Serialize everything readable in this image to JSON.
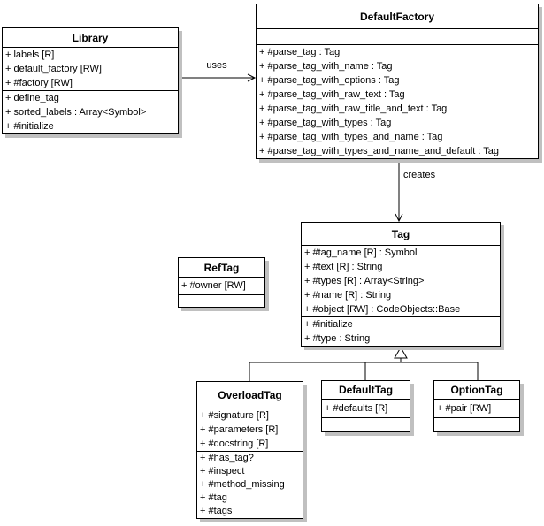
{
  "diagram": {
    "classes": [
      {
        "name": "Library",
        "attributes": [
          "+ labels [R]",
          "+ default_factory [RW]",
          "+ #factory [RW]"
        ],
        "methods": [
          "+ define_tag",
          "+ sorted_labels : Array<Symbol>",
          "+ #initialize"
        ]
      },
      {
        "name": "DefaultFactory",
        "attributes": [],
        "methods": [
          "+ #parse_tag : Tag",
          "+ #parse_tag_with_name : Tag",
          "+ #parse_tag_with_options : Tag",
          "+ #parse_tag_with_raw_text : Tag",
          "+ #parse_tag_with_raw_title_and_text : Tag",
          "+ #parse_tag_with_types : Tag",
          "+ #parse_tag_with_types_and_name : Tag",
          "+ #parse_tag_with_types_and_name_and_default : Tag"
        ]
      },
      {
        "name": "Tag",
        "attributes": [
          "+ #tag_name [R] : Symbol",
          "+ #text [R] : String",
          "+ #types [R] : Array<String>",
          "+ #name [R] : String",
          "+ #object [RW] : CodeObjects::Base"
        ],
        "methods": [
          "+ #initialize",
          "+ #type : String"
        ]
      },
      {
        "name": "RefTag",
        "attributes": [
          "+ #owner [RW]"
        ],
        "methods": []
      },
      {
        "name": "OverloadTag",
        "attributes": [
          "+ #signature [R]",
          "+ #parameters [R]",
          "+ #docstring [R]"
        ],
        "methods": [
          "+ #has_tag?",
          "+ #inspect",
          "+ #method_missing",
          "+ #tag",
          "+ #tags"
        ]
      },
      {
        "name": "DefaultTag",
        "attributes": [
          "+ #defaults [R]"
        ],
        "methods": []
      },
      {
        "name": "OptionTag",
        "attributes": [
          "+ #pair [RW]"
        ],
        "methods": []
      }
    ],
    "relationships": [
      {
        "from": "Library",
        "to": "DefaultFactory",
        "type": "dependency",
        "label": "uses"
      },
      {
        "from": "DefaultFactory",
        "to": "Tag",
        "type": "dependency",
        "label": "creates"
      },
      {
        "from": "OverloadTag",
        "to": "Tag",
        "type": "generalization",
        "label": ""
      },
      {
        "from": "DefaultTag",
        "to": "Tag",
        "type": "generalization",
        "label": ""
      },
      {
        "from": "OptionTag",
        "to": "Tag",
        "type": "generalization",
        "label": ""
      }
    ],
    "colors": {
      "box_fill": "#ffffff",
      "border": "#000000",
      "shadow": "#c0c0c0",
      "text": "#000000",
      "background": "#ffffff"
    }
  }
}
